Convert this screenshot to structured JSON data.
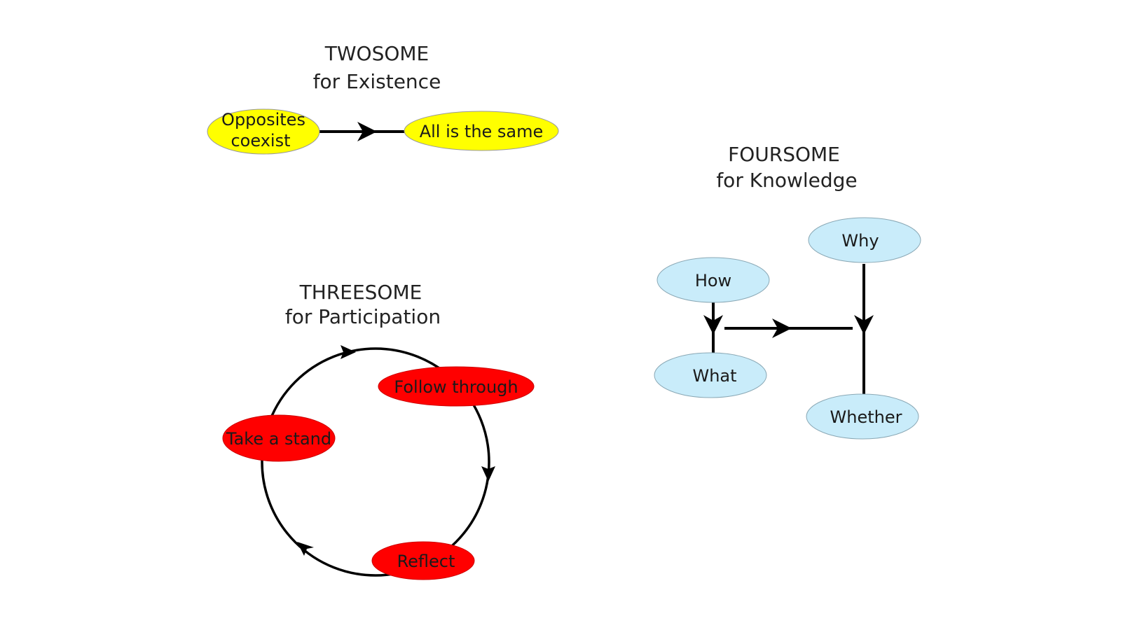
{
  "twosome": {
    "title": "TWOSOME",
    "subtitle": "for Existence",
    "color": "#ffff00",
    "nodes": {
      "opposites_line1": "Opposites",
      "opposites_line2": "coexist",
      "same": "All is the same"
    }
  },
  "threesome": {
    "title": "THREESOME",
    "subtitle": "for Participation",
    "color": "#ff0000",
    "nodes": {
      "follow": "Follow through",
      "stand": "Take a stand",
      "reflect": "Reflect"
    }
  },
  "foursome": {
    "title": "FOURSOME",
    "subtitle": "for Knowledge",
    "color": "#c9ecfa",
    "nodes": {
      "how": "How",
      "what": "What",
      "why": "Why",
      "whether": "Whether"
    }
  }
}
